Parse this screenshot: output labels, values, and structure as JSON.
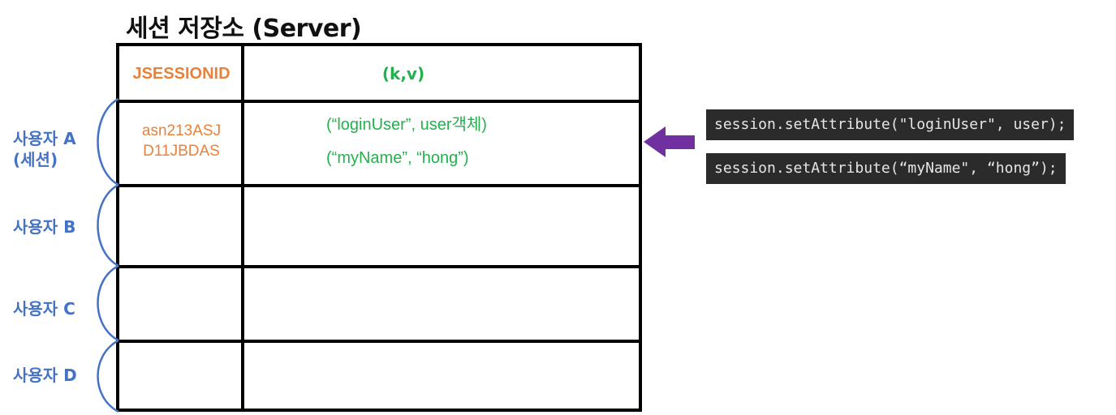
{
  "title": "세션 저장소 (Server)",
  "table": {
    "header_sessionid": "JSESSIONID",
    "header_kv": "(k,v)",
    "rows": [
      {
        "session_id_line1": "asn213ASJ",
        "session_id_line2": "D11JBDAS",
        "kv1": "(“loginUser”, user객체)",
        "kv2": "(“myName”, “hong”)"
      },
      {
        "session_id_line1": "",
        "session_id_line2": "",
        "kv1": "",
        "kv2": ""
      },
      {
        "session_id_line1": "",
        "session_id_line2": "",
        "kv1": "",
        "kv2": ""
      },
      {
        "session_id_line1": "",
        "session_id_line2": "",
        "kv1": "",
        "kv2": ""
      }
    ]
  },
  "users": [
    {
      "line1": "사용자 A",
      "line2": "(세션)"
    },
    {
      "line1": "사용자 B"
    },
    {
      "line1": "사용자 C"
    },
    {
      "line1": "사용자 D"
    }
  ],
  "code": {
    "line1": "session.setAttribute(\"loginUser\", user);",
    "line2": "session.setAttribute(“myName\", “hong”);"
  },
  "colors": {
    "orange": "#e8823a",
    "green": "#22b14c",
    "blue": "#4472c4",
    "purple": "#7030a0",
    "code_bg": "#2b2b2b"
  },
  "icons": [
    "arrow-left-icon"
  ]
}
